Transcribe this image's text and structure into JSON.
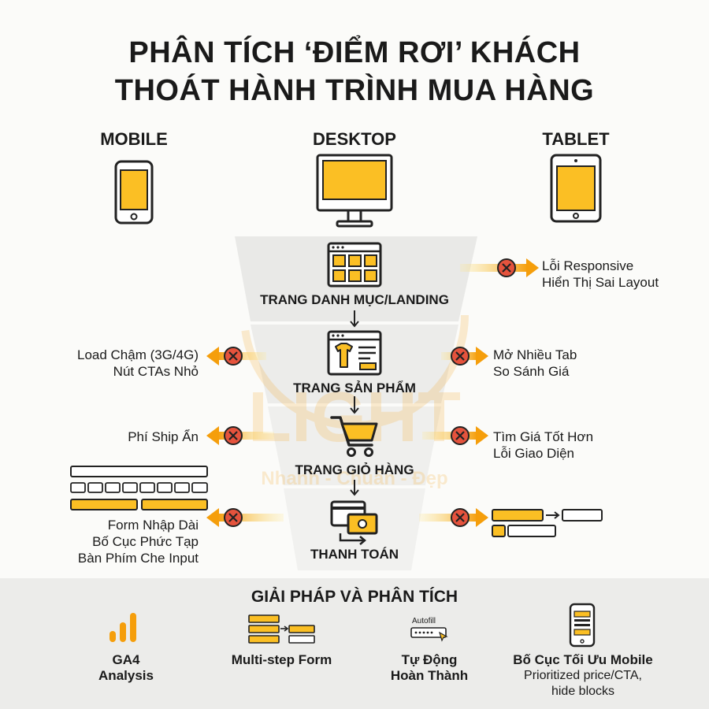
{
  "title": {
    "line1": "PHÂN TÍCH ‘ĐIỂM RƠI’ KHÁCH",
    "line2": "THOÁT HÀNH TRÌNH MUA HÀNG"
  },
  "devices": [
    {
      "label": "MOBILE",
      "icon": "smartphone-icon"
    },
    {
      "label": "DESKTOP",
      "icon": "monitor-icon"
    },
    {
      "label": "TABLET",
      "icon": "tablet-icon"
    }
  ],
  "stages": [
    {
      "label": "TRANG DANH MỤC/LANDING",
      "icon": "category-grid-icon"
    },
    {
      "label": "TRANG SẢN PHẨM",
      "icon": "product-page-icon"
    },
    {
      "label": "TRANG GIỎ HÀNG",
      "icon": "shopping-cart-icon"
    },
    {
      "label": "THANH TOÁN",
      "icon": "payment-icon"
    }
  ],
  "issues": {
    "landing_right": {
      "line1": "Lỗi Responsive",
      "line2": "Hiển Thị Sai Layout"
    },
    "product_left": {
      "line1": "Load Chậm (3G/4G)",
      "line2": "Nút CTAs Nhỏ"
    },
    "product_right": {
      "line1": "Mở Nhiều Tab",
      "line2": "So Sánh Giá"
    },
    "cart_left": {
      "line1": "Phí Ship Ẩn"
    },
    "cart_right": {
      "line1": "Tìm Giá Tốt Hơn",
      "line2": "Lỗi Giao Diện"
    },
    "checkout_left": {
      "line1": "Form Nhập Dài",
      "line2": "Bố Cục Phức Tạp",
      "line3": "Bàn Phím Che Input"
    }
  },
  "solutions": {
    "title": "GIẢI PHÁP VÀ PHÂN TÍCH",
    "items": [
      {
        "label_line1": "GA4",
        "label_line2": "Analysis",
        "icon": "bar-chart-icon"
      },
      {
        "label_line1": "Multi-step Form",
        "icon": "multistep-form-icon"
      },
      {
        "label_line1": "Tự Động",
        "label_line2": "Hoàn Thành",
        "icon": "autofill-icon",
        "icon_text": "Autofill"
      },
      {
        "label_line1": "Bố Cục Tối Ưu Mobile",
        "sub_line1": "Prioritized price/CTA,",
        "sub_line2": "hide blocks",
        "icon": "mobile-layout-icon"
      }
    ]
  },
  "watermark": {
    "text": "LIGHT",
    "sub": "Nhanh - Chuẩn - Đẹp"
  },
  "colors": {
    "accent": "#fbbf24",
    "accent_dark": "#f59e0b",
    "error": "#e5533d",
    "ink": "#1a1a1a",
    "band": "#ececea"
  }
}
